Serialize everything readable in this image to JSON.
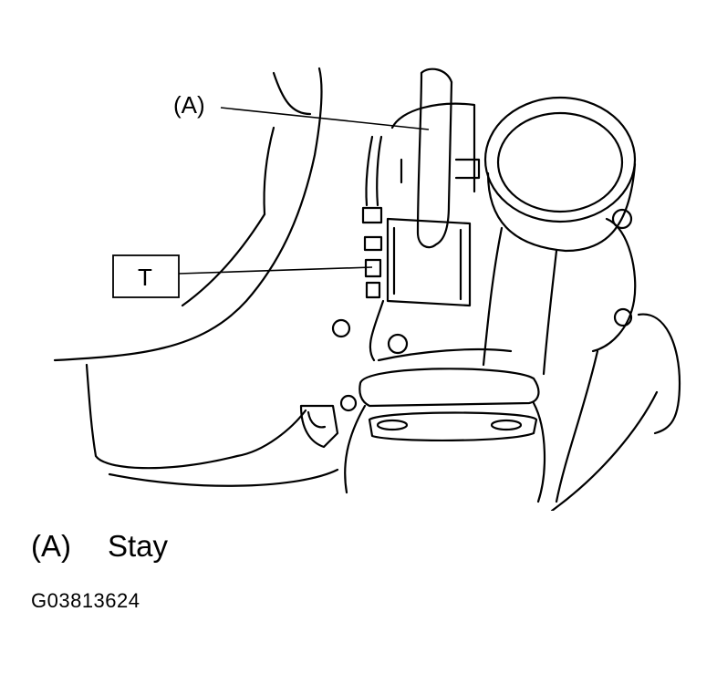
{
  "callouts": {
    "a_label": "(A)",
    "t_label": "T"
  },
  "legend": {
    "key": "(A)",
    "description": "Stay"
  },
  "figure_id": "G03813624"
}
